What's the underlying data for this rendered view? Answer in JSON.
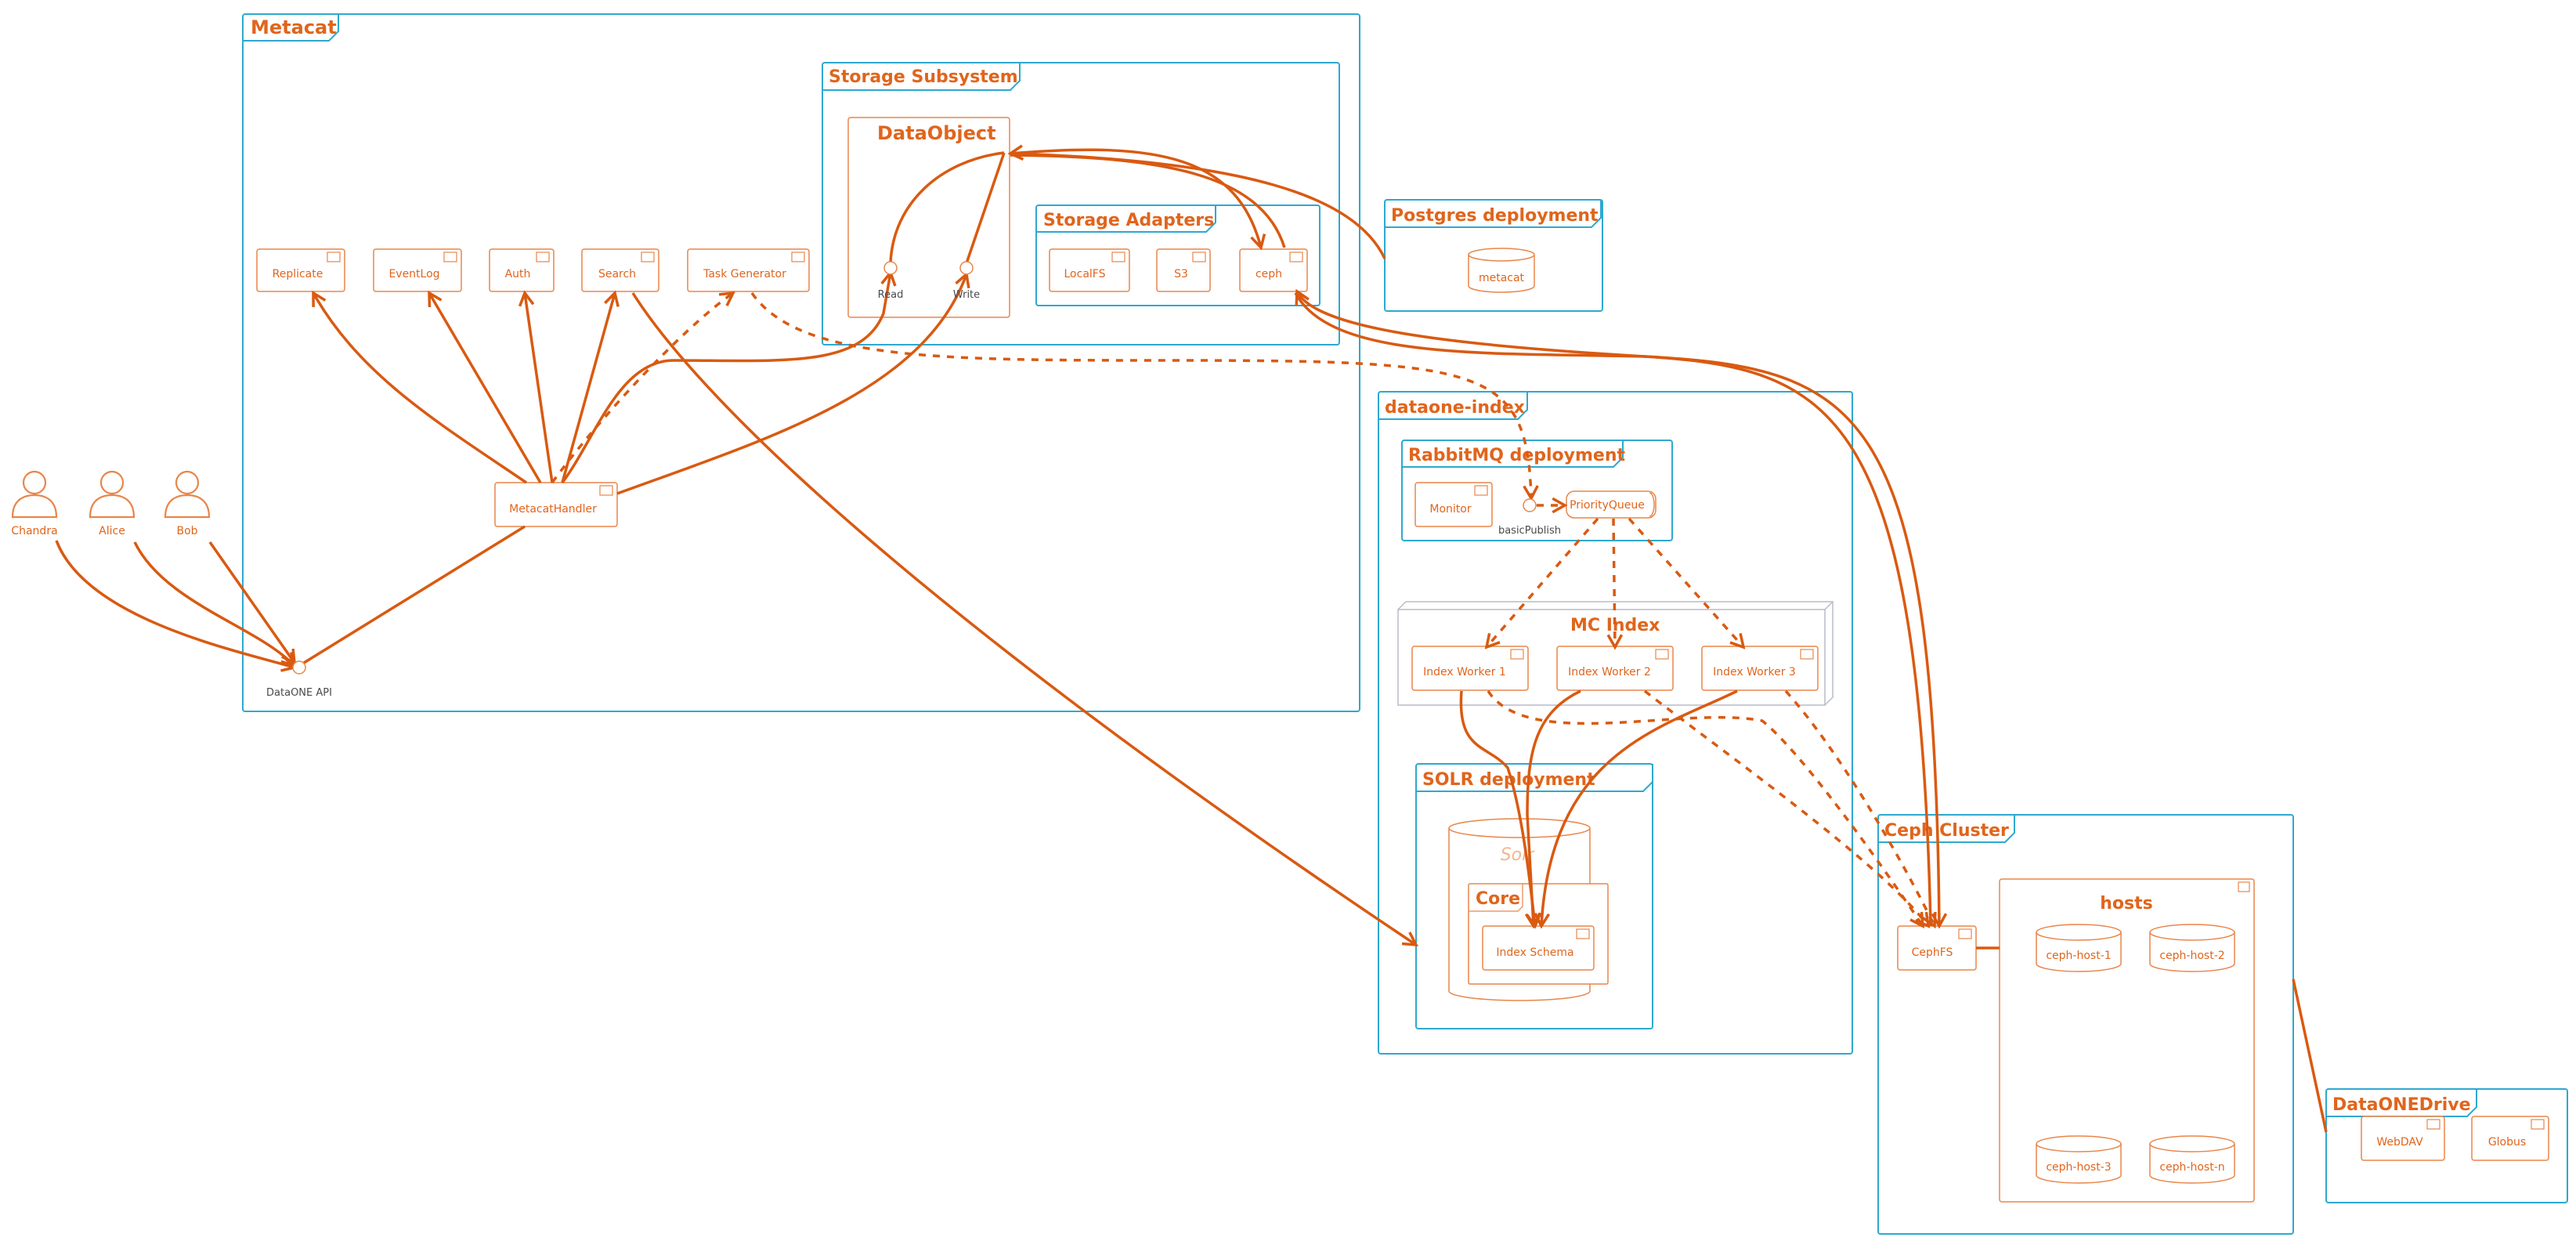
{
  "groups": {
    "metacat": "Metacat",
    "storage_subsystem": "Storage Subsystem",
    "data_object": "DataObject",
    "storage_adapters": "Storage Adapters",
    "postgres_deployment": "Postgres deployment",
    "dataone_index": "dataone-index",
    "rabbitmq_deployment": "RabbitMQ deployment",
    "mc_index": "MC Index",
    "solr_deployment": "SOLR deployment",
    "solr_db": "Solr",
    "core": "Core",
    "ceph_cluster": "Ceph Cluster",
    "hosts": "hosts",
    "dataone_drive": "DataONEDrive"
  },
  "actors": [
    "Chandra",
    "Alice",
    "Bob"
  ],
  "components": {
    "replicate": "Replicate",
    "eventlog": "EventLog",
    "auth": "Auth",
    "search": "Search",
    "task_generator": "Task Generator",
    "metacat_handler": "MetacatHandler",
    "localfs": "LocalFS",
    "s3": "S3",
    "ceph": "ceph",
    "monitor": "Monitor",
    "priority_queue": "PriorityQueue",
    "index_worker_1": "Index Worker 1",
    "index_worker_2": "Index Worker 2",
    "index_worker_3": "Index Worker 3",
    "index_schema": "Index Schema",
    "cephfs": "CephFS",
    "webdav": "WebDAV",
    "globus": "Globus"
  },
  "databases": {
    "metacat": "metacat",
    "ceph_host_1": "ceph-host-1",
    "ceph_host_2": "ceph-host-2",
    "ceph_host_3": "ceph-host-3",
    "ceph_host_n": "ceph-host-n"
  },
  "interfaces": {
    "dataone_api": "DataONE API",
    "read": "Read",
    "write": "Write",
    "basic_publish": "basicPublish"
  },
  "colors": {
    "frame": "#2fa8cf",
    "element": "#e8864a",
    "edge": "#d95a11",
    "title": "#e0651c"
  }
}
